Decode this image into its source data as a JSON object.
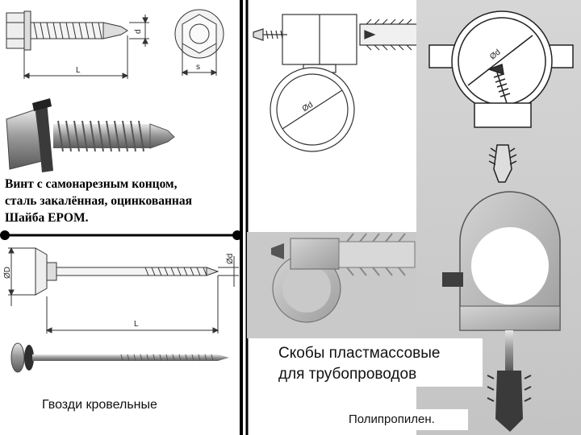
{
  "screw": {
    "caption_lines": [
      "Винт с самонарезным концом,",
      "сталь закалённая, оцинкованная",
      "Шайба EPOM."
    ],
    "dim_length": "L",
    "dim_diameter": "d",
    "dim_hex": "s"
  },
  "nail": {
    "caption": "Гвозди кровельные",
    "dim_head": "ØD",
    "dim_diameter": "Ød",
    "dim_length": "L"
  },
  "clamp": {
    "caption_lines": [
      "Скобы пластмассовые",
      "для трубопроводов"
    ],
    "material": "Полипропилен.",
    "dim_diameter_left": "Ød",
    "dim_diameter_right": "Ød"
  }
}
